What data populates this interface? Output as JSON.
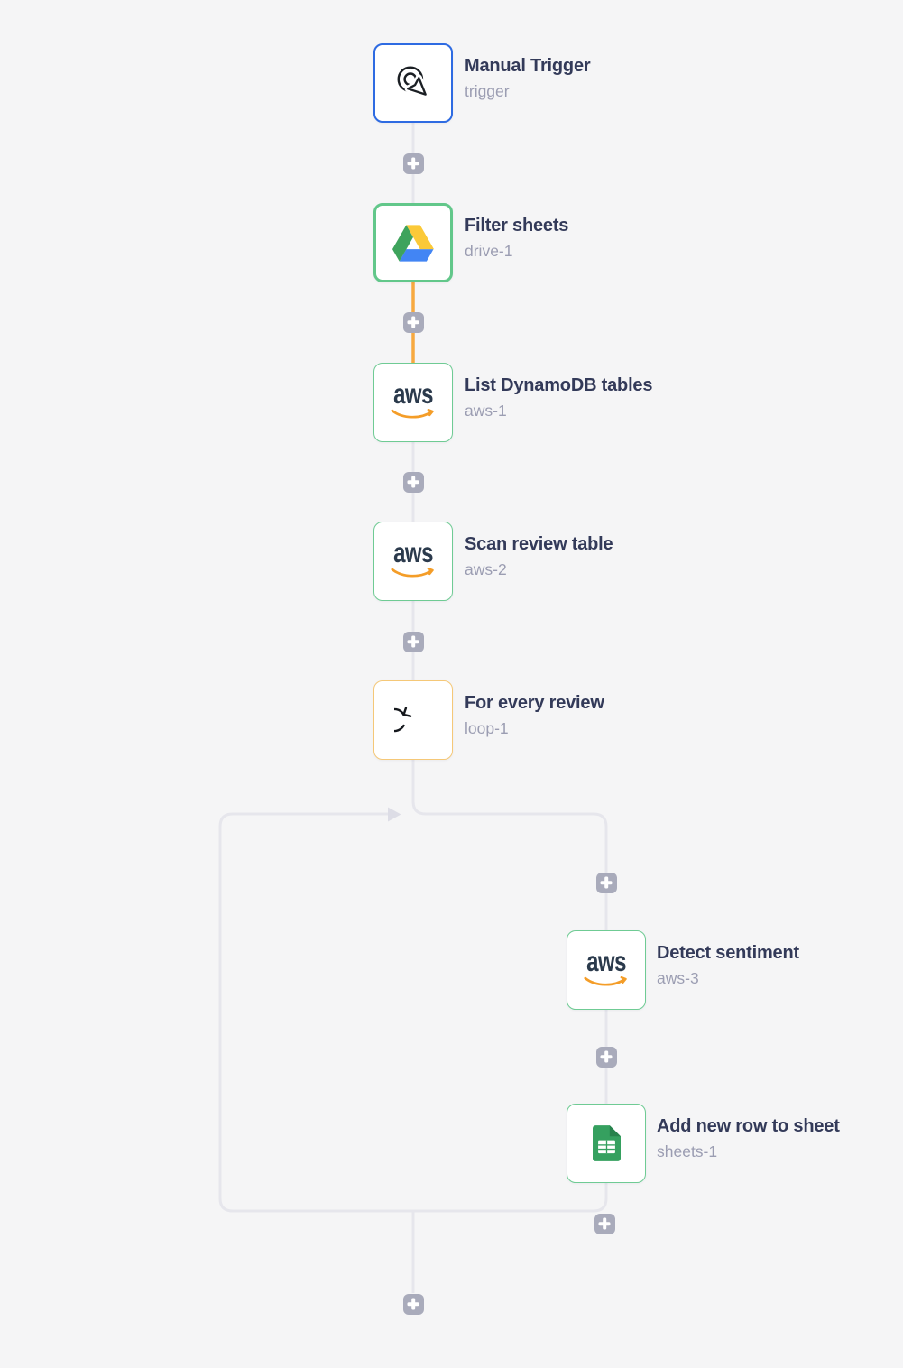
{
  "workflow": {
    "nodes": [
      {
        "id": "trigger",
        "title": "Manual Trigger",
        "subtitle": "trigger",
        "icon": "manual-trigger-icon",
        "border": "blue",
        "selected": false
      },
      {
        "id": "drive-1",
        "title": "Filter sheets",
        "subtitle": "drive-1",
        "icon": "google-drive-icon",
        "border": "green",
        "selected": true
      },
      {
        "id": "aws-1",
        "title": "List DynamoDB tables",
        "subtitle": "aws-1",
        "icon": "aws-icon",
        "border": "green",
        "selected": false
      },
      {
        "id": "aws-2",
        "title": "Scan review table",
        "subtitle": "aws-2",
        "icon": "aws-icon",
        "border": "green",
        "selected": false
      },
      {
        "id": "loop-1",
        "title": "For every review",
        "subtitle": "loop-1",
        "icon": "loop-icon",
        "border": "amber",
        "selected": false
      },
      {
        "id": "aws-3",
        "title": "Detect sentiment",
        "subtitle": "aws-3",
        "icon": "aws-icon",
        "border": "green",
        "selected": false
      },
      {
        "id": "sheets-1",
        "title": "Add new row to sheet",
        "subtitle": "sheets-1",
        "icon": "google-sheets-icon",
        "border": "green",
        "selected": false
      }
    ]
  },
  "icons": {
    "aws_label": "aws"
  },
  "colors": {
    "canvas_bg": "#f5f5f6",
    "edge_default": "#e6e6ec",
    "edge_active": "#f7a940",
    "edge_arrow": "#dddde6",
    "plus_bg": "#a9abbb",
    "trigger_border": "#2e6be2",
    "selected_border": "#62c78a",
    "node_border": "#6fcb94",
    "loop_border": "#f5c878",
    "title_color": "#333a59",
    "subtitle_color": "#9b9db2",
    "drive_green": "#3ea35c",
    "drive_yellow": "#fbc938",
    "drive_blue": "#4285f4",
    "sheets_green": "#35a05f",
    "aws_orange": "#f49d28"
  }
}
